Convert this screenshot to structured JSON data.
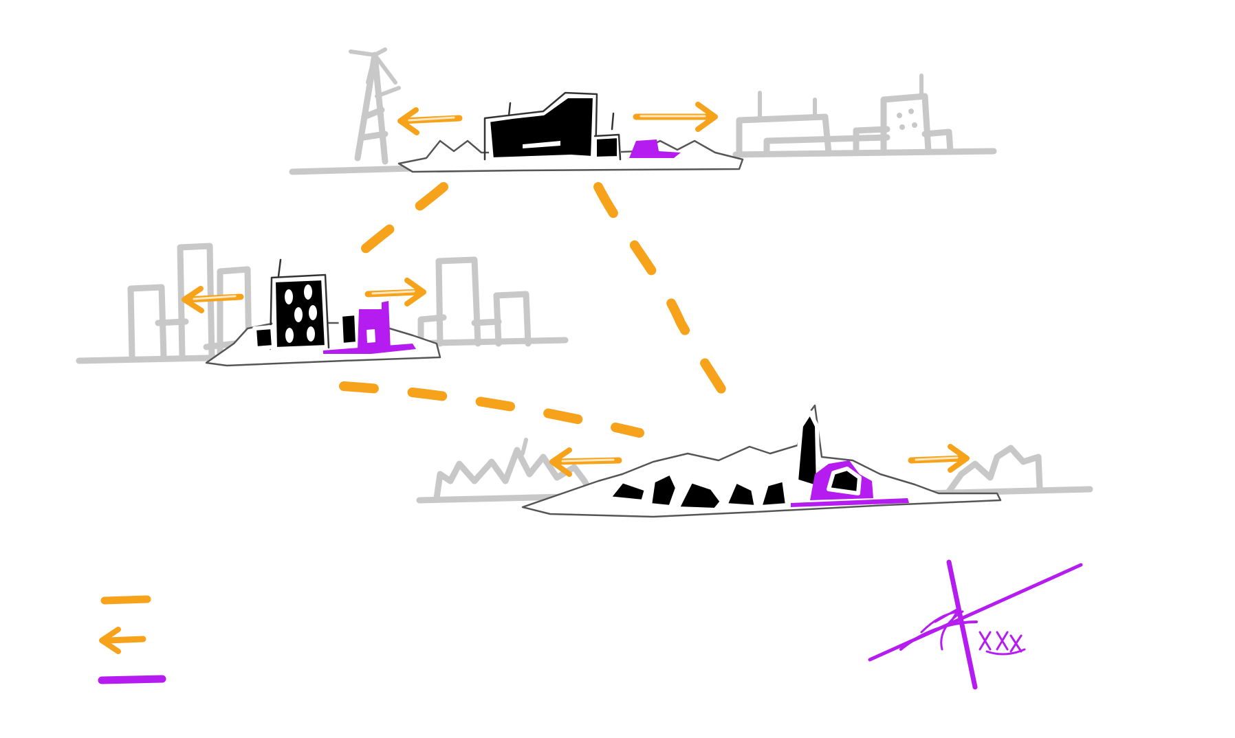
{
  "colors": {
    "orange": "#f7a21b",
    "purple": "#b41cf0",
    "grey": "#c8c8c8",
    "black": "#000000",
    "background": "#ffffff"
  },
  "scenes": [
    {
      "name": "top",
      "context": "industrial-skyline"
    },
    {
      "name": "middle",
      "context": "urban-blocks"
    },
    {
      "name": "bottom",
      "context": "village-rooftops"
    }
  ],
  "legend": {
    "items": [
      {
        "icon": "dashed-orange-line"
      },
      {
        "icon": "orange-arrow"
      },
      {
        "icon": "purple-stroke"
      }
    ]
  },
  "north_sign": {
    "icon": "north-arrow-sketch"
  }
}
